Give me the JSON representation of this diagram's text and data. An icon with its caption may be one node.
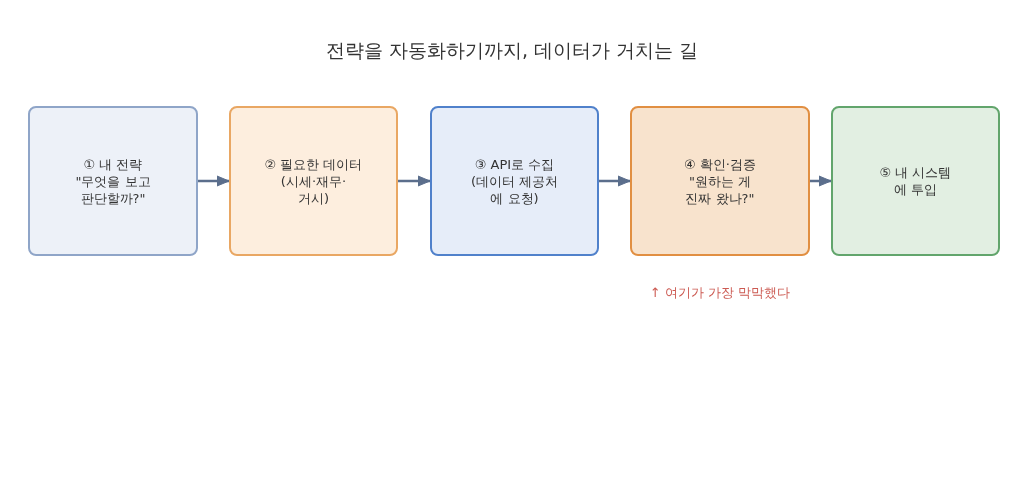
{
  "diagram": {
    "title": "전략을 자동화하기까지, 데이터가 거치는 길",
    "nodes": [
      {
        "text": [
          "① 내 전략",
          "\"무엇을 보고 판단할까?\""
        ]
      },
      {
        "text": [
          "② 필요한 데이터",
          "(시세·재무· 거시)"
        ]
      },
      {
        "text": [
          "③ API로 수집",
          "(데이터 제공처 에 요청)"
        ]
      },
      {
        "text": [
          "④ 확인·검증",
          "\"원하는 게 진짜 왔나?\""
        ],
        "beside": [
          "↑ 여기가 가장 막막했다"
        ]
      },
      {
        "text": [
          "⑤ 내 시스템 에 투입"
        ]
      }
    ],
    "edges": [
      {
        "from": 0,
        "to": 1,
        "arrow": "to"
      },
      {
        "from": 1,
        "to": 2,
        "arrow": "to"
      },
      {
        "from": 2,
        "to": 3,
        "arrow": "to"
      },
      {
        "from": 3,
        "to": 4,
        "arrow": "to"
      }
    ]
  }
}
